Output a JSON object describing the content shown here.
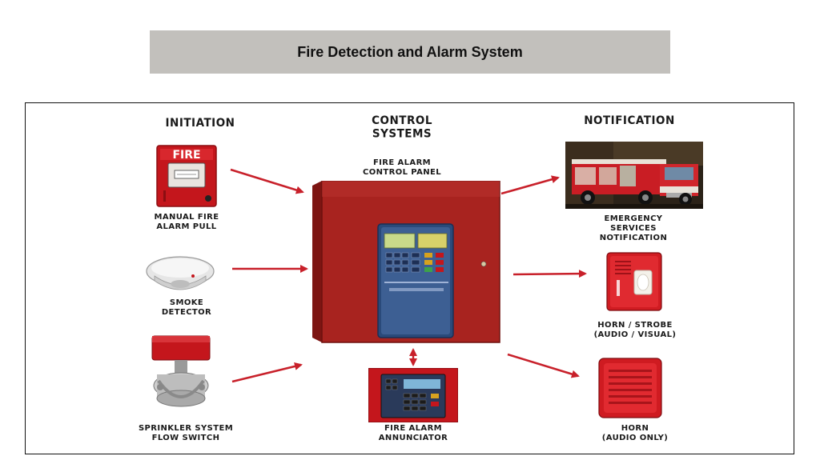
{
  "title": "Fire Detection and Alarm System",
  "headings": {
    "initiation": "INITIATION",
    "control_line1": "CONTROL",
    "control_line2": "SYSTEMS",
    "notification": "NOTIFICATION"
  },
  "labels": {
    "manual_pull_1": "MANUAL FIRE",
    "manual_pull_2": "ALARM PULL",
    "smoke_1": "SMOKE",
    "smoke_2": "DETECTOR",
    "sprinkler_1": "SPRINKLER SYSTEM",
    "sprinkler_2": "FLOW SWITCH",
    "panel_1": "FIRE ALARM",
    "panel_2": "CONTROL PANEL",
    "annunciator_1": "FIRE ALARM",
    "annunciator_2": "ANNUNCIATOR",
    "emergency_1": "EMERGENCY",
    "emergency_2": "SERVICES",
    "emergency_3": "NOTIFICATION",
    "horn_strobe_1": "HORN / STROBE",
    "horn_strobe_2": "(AUDIO / VISUAL)",
    "horn_1": "HORN",
    "horn_2": "(AUDIO ONLY)"
  },
  "device_text": {
    "pull_station_sign": "FIRE"
  },
  "colors": {
    "arrow": "#c8202a",
    "device_red": "#c4161c",
    "panel_red": "#a8231f",
    "title_bar": "#c2c0bc"
  }
}
